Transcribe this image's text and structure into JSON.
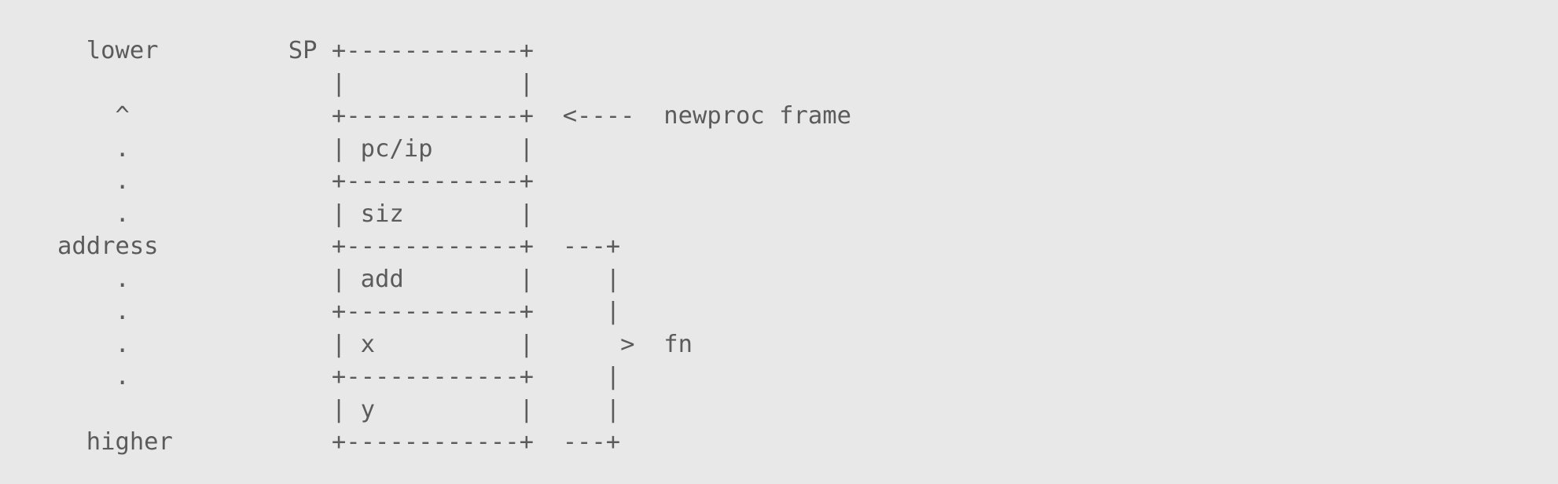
{
  "diagram": {
    "lines": [
      "  lower         SP +------------+",
      "                   |            |",
      "    ^              +------------+  <----  newproc frame",
      "    .              | pc/ip      |",
      "    .              +------------+",
      "    .              | siz        |",
      "address            +------------+  ---+",
      "    .              | add        |     |",
      "    .              +------------+     |",
      "    .              | x          |      >  fn",
      "    .              +------------+     |",
      "                   | y          |     |",
      "  higher           +------------+  ---+"
    ]
  }
}
